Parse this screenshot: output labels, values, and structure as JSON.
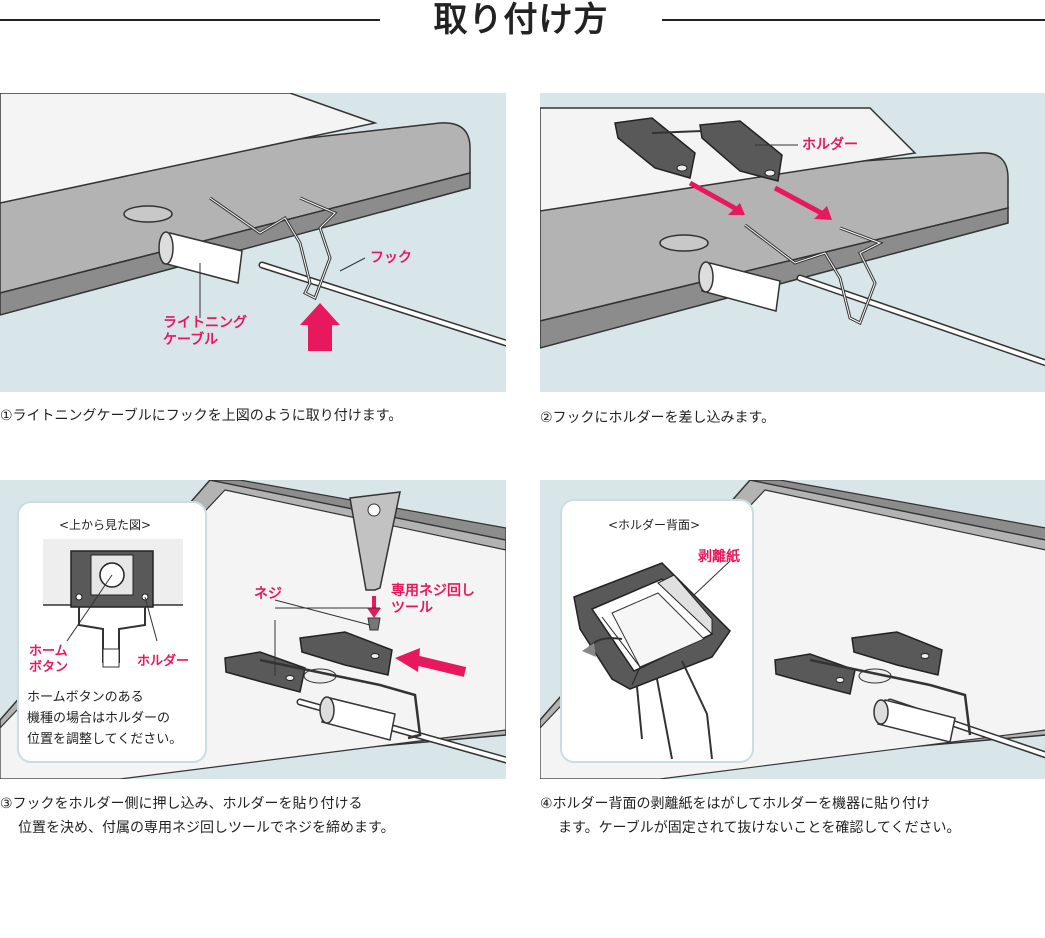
{
  "title": "取り付け方",
  "steps": [
    {
      "caption": "①ライトニングケーブルにフックを上図のように取り付けます。",
      "label_hook": "フック",
      "label_cable_1": "ライトニング",
      "label_cable_2": "ケーブル"
    },
    {
      "caption": "②フックにホルダーを差し込みます。",
      "label_holder": "ホルダー"
    },
    {
      "caption_1": "③フックをホルダー側に押し込み、ホルダーを貼り付ける",
      "caption_2": "位置を決め、付属の専用ネジ回しツールでネジを締めます。",
      "inset_title": "<上から見た図>",
      "label_home_1": "ホーム",
      "label_home_2": "ボタン",
      "label_holder": "ホルダー",
      "label_screw": "ネジ",
      "label_tool_1": "専用ネジ回し",
      "label_tool_2": "ツール",
      "note_1": "ホームボタンのある",
      "note_2": "機種の場合はホルダーの",
      "note_3": "位置を調整してください。"
    },
    {
      "caption_1": "④ホルダー背面の剥離紙をはがしてホルダーを機器に貼り付け",
      "caption_2": "ます。ケーブルが固定されて抜けないことを確認してください。",
      "inset_title": "<ホルダー背面>",
      "label_paper": "剥離紙"
    }
  ],
  "colors": {
    "accent": "#e8185f",
    "panel_bg": "#d9e6e9",
    "device": "#a9a9a9",
    "screen": "#f4f4f4",
    "holder": "#595959"
  }
}
